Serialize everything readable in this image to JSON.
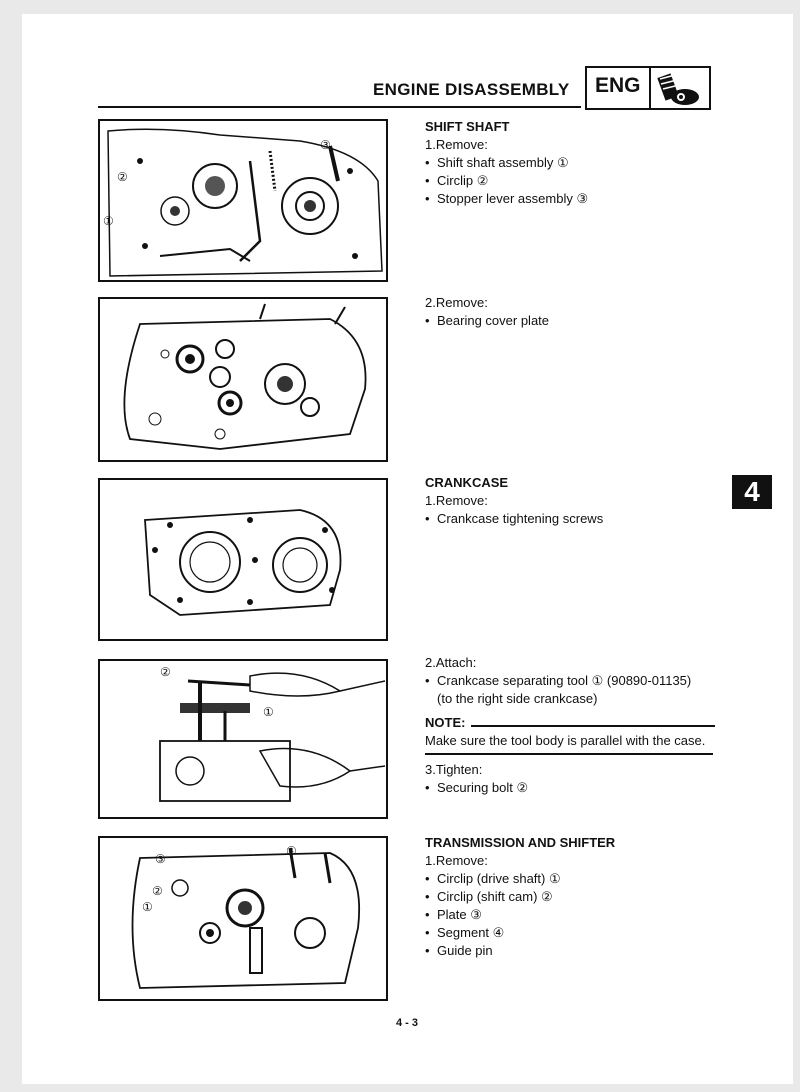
{
  "header": {
    "title": "ENGINE DISASSEMBLY",
    "badge": "ENG"
  },
  "side_tab": "4",
  "sections": {
    "s1": {
      "heading": "SHIFT SHAFT",
      "step": "1.Remove:",
      "items": [
        "Shift shaft assembly ①",
        "Circlip ②",
        "Stopper lever assembly ③"
      ]
    },
    "s2": {
      "step": "2.Remove:",
      "items": [
        "Bearing cover plate"
      ]
    },
    "s3": {
      "heading": "CRANKCASE",
      "step": "1.Remove:",
      "items": [
        "Crankcase tightening screws"
      ]
    },
    "s4": {
      "step": "2.Attach:",
      "items": [
        "Crankcase separating tool ① (90890-01135)"
      ],
      "sub": "(to the right side crankcase)",
      "note_label": "NOTE:",
      "note_text": "Make sure the tool body is parallel with the case.",
      "step2": "3.Tighten:",
      "items2": [
        "Securing bolt ②"
      ]
    },
    "s5": {
      "heading": "TRANSMISSION AND SHIFTER",
      "step": "1.Remove:",
      "items": [
        "Circlip (drive shaft) ①",
        "Circlip (shift cam) ②",
        "Plate ③",
        "Segment ④",
        "Guide pin"
      ]
    }
  },
  "figures": {
    "f1": {
      "callouts": [
        "①",
        "②",
        "③"
      ]
    },
    "f4": {
      "callouts": [
        "①",
        "②"
      ]
    },
    "f5": {
      "callouts": [
        "①",
        "②",
        "③",
        "④"
      ]
    }
  },
  "page_number": "4 - 3"
}
